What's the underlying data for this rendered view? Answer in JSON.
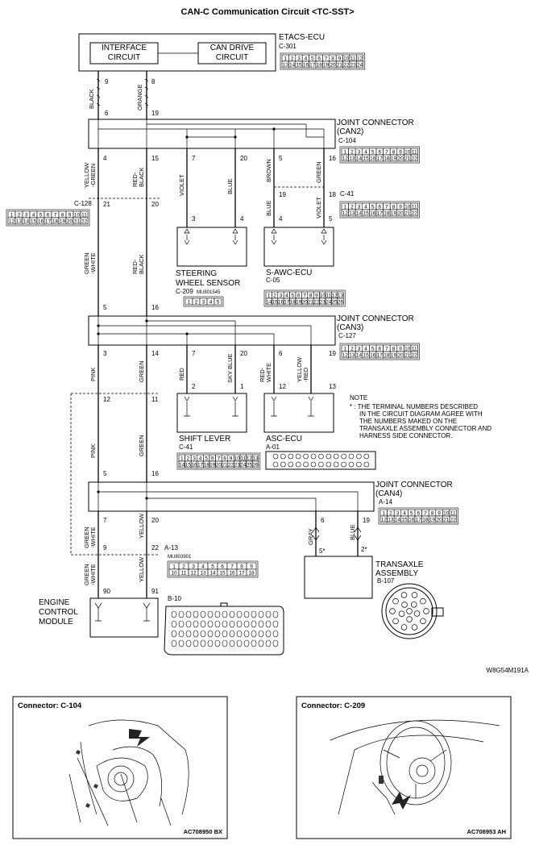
{
  "title": "CAN-C Communication Circuit <TC-SST>",
  "figure_id": "W8G54M191A",
  "etacs": {
    "name": "ETACS-ECU",
    "code": "C-301",
    "interface_circuit": [
      "INTERFACE",
      "CIRCUIT"
    ],
    "can_drive_circuit": [
      "CAN DRIVE",
      "CIRCUIT"
    ],
    "connector_row1": [
      "1",
      "2",
      "3",
      "4",
      "5",
      "6",
      "7",
      "8",
      "9",
      "10",
      "11",
      "12"
    ],
    "connector_row2": [
      "13",
      "14",
      "15",
      "16",
      "17",
      "18",
      "19",
      "20",
      "21",
      "22",
      "23",
      "24"
    ]
  },
  "joint_can2": {
    "name": [
      "JOINT CONNECTOR",
      "(CAN2)"
    ],
    "code": "C-104",
    "row1": [
      "1",
      "2",
      "3",
      "4",
      "5",
      "6",
      "7",
      "8",
      "9",
      "10",
      "11"
    ],
    "row2": [
      "12",
      "13",
      "14",
      "15",
      "16",
      "17",
      "18",
      "19",
      "20",
      "21",
      "22"
    ]
  },
  "c41_upper": {
    "code": "C-41",
    "row1": [
      "1",
      "2",
      "3",
      "4",
      "5",
      "6",
      "7",
      "8",
      "9",
      "10",
      "11"
    ],
    "row2": [
      "12",
      "13",
      "14",
      "15",
      "16",
      "17",
      "18",
      "19",
      "20",
      "21",
      "22"
    ]
  },
  "c128": {
    "code": "C-128",
    "row1": [
      "1",
      "2",
      "3",
      "4",
      "5",
      "6",
      "7",
      "8",
      "9",
      "10",
      "11"
    ],
    "row2": [
      "12",
      "13",
      "14",
      "15",
      "16",
      "17",
      "18",
      "19",
      "20",
      "21",
      "22"
    ]
  },
  "steering": {
    "name": [
      "STEERING",
      "WHEEL SENSOR"
    ],
    "code": "C-209",
    "part": "MU801545",
    "pins": [
      "1",
      "2",
      "3",
      "4",
      "5"
    ]
  },
  "sawc": {
    "name": "S-AWC-ECU",
    "code": "C-05",
    "row1": [
      "1",
      "2",
      "3",
      "4",
      "5",
      "6",
      "7",
      "8",
      "9",
      "10",
      "11",
      "12",
      "13"
    ],
    "row2": [
      "14",
      "15",
      "16",
      "17",
      "18",
      "19",
      "20",
      "21",
      "22",
      "23",
      "24",
      "25",
      "26"
    ]
  },
  "joint_can3": {
    "name": [
      "JOINT CONNECTOR",
      "(CAN3)"
    ],
    "code": "C-127",
    "row1": [
      "1",
      "2",
      "3",
      "4",
      "5",
      "6",
      "7",
      "8",
      "9",
      "10",
      "11"
    ],
    "row2": [
      "12",
      "13",
      "14",
      "15",
      "16",
      "17",
      "18",
      "19",
      "20",
      "21",
      "22"
    ]
  },
  "note": {
    "head": "NOTE",
    "lines": [
      "* : THE TERMINAL NUMBERS DESCRIBED",
      "IN THE CIRCUIT DIAGRAM AGREE WITH",
      "THE NUMBERS MAKED ON THE",
      "TRANSAXLE ASSEMBLY CONNECTOR AND",
      "HARNESS SIDE CONNECTOR."
    ]
  },
  "shift_lever": {
    "name": "SHIFT LEVER",
    "code": "C-41",
    "row1": [
      "1",
      "2",
      "3",
      "4",
      "5",
      "6",
      "7",
      "8",
      "9",
      "10",
      "11",
      "12",
      "13"
    ],
    "row2": [
      "14",
      "15",
      "16",
      "17",
      "18",
      "19",
      "20",
      "21",
      "22",
      "23",
      "24",
      "25",
      "26"
    ]
  },
  "asc": {
    "name": "ASC-ECU",
    "code": "A-01"
  },
  "joint_can4": {
    "name": [
      "JOINT CONNECTOR",
      "(CAN4)"
    ],
    "code": "A-14",
    "row1": [
      "1",
      "2",
      "3",
      "4",
      "5",
      "6",
      "7",
      "8",
      "9",
      "10",
      "11"
    ],
    "row2": [
      "12",
      "13",
      "14",
      "15",
      "16",
      "17",
      "18",
      "19",
      "20",
      "21",
      "22"
    ]
  },
  "a13": {
    "code": "A-13",
    "part": "MU803901",
    "row1": [
      "1",
      "2",
      "3",
      "4",
      "5",
      "6",
      "7",
      "8",
      "9"
    ],
    "row2": [
      "10",
      "11",
      "12",
      "13",
      "14",
      "15",
      "16",
      "17",
      "18"
    ]
  },
  "transaxle": {
    "name": [
      "TRANSAXLE",
      "ASSEMBLY"
    ],
    "code": "B-107"
  },
  "ecm": {
    "name": [
      "ENGINE",
      "CONTROL",
      "MODULE"
    ],
    "code": "B-10"
  },
  "pins": {
    "etacs_9": "9",
    "etacs_8": "8",
    "j2_6": "6",
    "j2_19": "19",
    "j2_4": "4",
    "j2_15": "15",
    "j2_7": "7",
    "j2_20": "20",
    "j2_5": "5",
    "j2_16": "16",
    "c128_21": "21",
    "c128_20": "20",
    "c41_19": "19",
    "c41_18": "18",
    "sws_3": "3",
    "sws_4": "4",
    "sawc_4": "4",
    "sawc_5": "5",
    "j3_5": "5",
    "j3_16": "16",
    "j3_3": "3",
    "j3_14": "14",
    "j3_7": "7",
    "j3_20": "20",
    "j3_6": "6",
    "j3_19": "19",
    "sl_2": "2",
    "sl_1": "1",
    "asc_12": "12",
    "asc_13": "13",
    "x_12": "12",
    "x_11": "11",
    "j4_5": "5",
    "j4_16": "16",
    "j4_7": "7",
    "j4_20": "20",
    "j4_6": "6",
    "j4_19": "19",
    "a13_9": "9",
    "a13_22": "22",
    "tx_5": "5*",
    "tx_2": "2*",
    "ecm_90": "90",
    "ecm_91": "91"
  },
  "wires": {
    "black": "BLACK",
    "orange": "ORANGE",
    "yellow_green": [
      "YELLOW",
      "-GREEN"
    ],
    "red_black": [
      "RED-",
      "BLACK"
    ],
    "violet": "VIOLET",
    "blue": "BLUE",
    "brown": "BROWN",
    "green": "GREEN",
    "green_white": [
      "GREEN",
      "-WHITE"
    ],
    "pink": "PINK",
    "red": "RED",
    "sky_blue": "SKY BLUE",
    "red_white": [
      "RED-",
      "WHITE"
    ],
    "yellow_red": [
      "YELLOW",
      "-RED"
    ],
    "gray": "GRAY",
    "yellow": "YELLOW"
  },
  "photos": [
    {
      "title": "Connector: C-104",
      "code": "AC708950 BX"
    },
    {
      "title": "Connector: C-209",
      "code": "AC708953 AH"
    }
  ]
}
